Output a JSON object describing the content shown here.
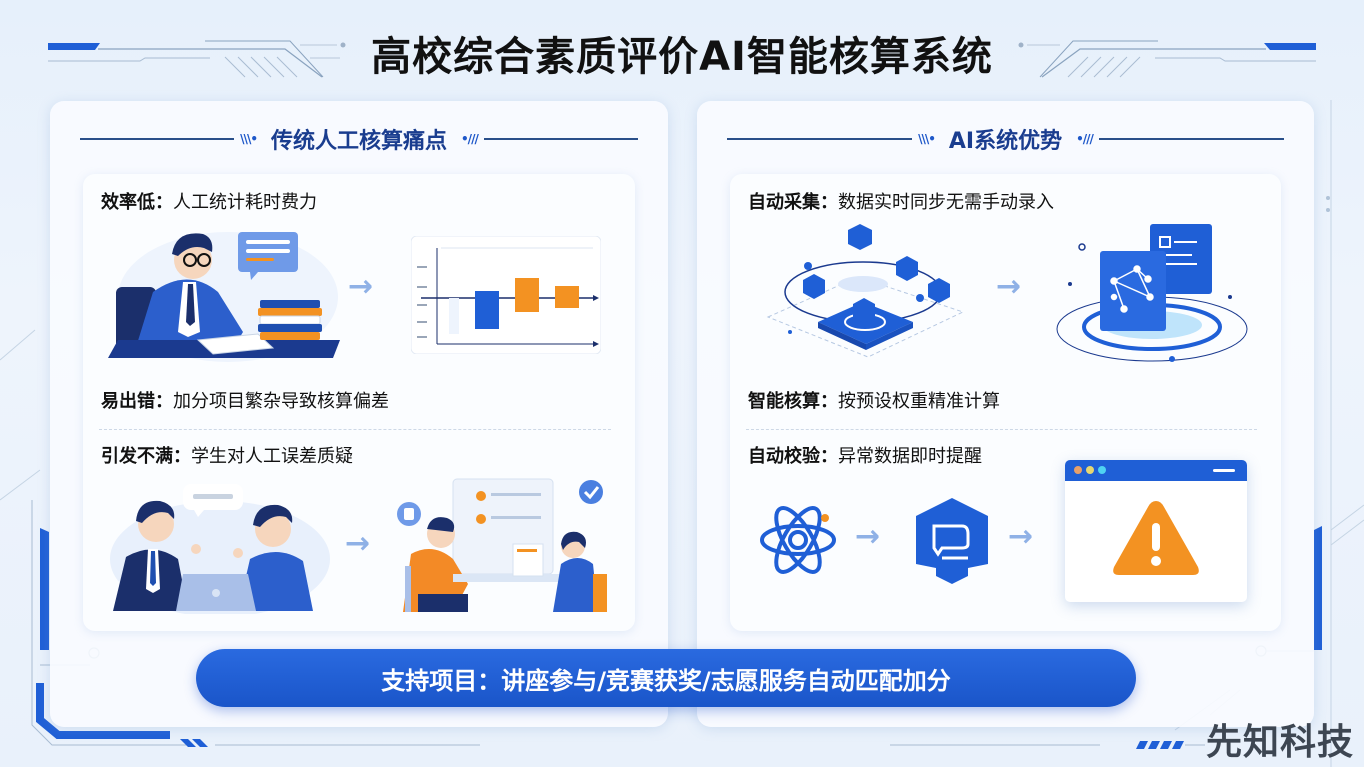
{
  "title": "高校综合素质评价AI智能核算系统",
  "left_panel": {
    "heading": "传统人工核算痛点",
    "heading_marks_left": "\\\\\\•",
    "heading_marks_right": "•///",
    "items": [
      {
        "key": "效率低：",
        "desc": "人工统计耗时费力"
      },
      {
        "key": "易出错：",
        "desc": "加分项目繁杂导致核算偏差"
      },
      {
        "key": "引发不满：",
        "desc": "学生对人工误差质疑"
      }
    ]
  },
  "right_panel": {
    "heading": "AI系统优势",
    "heading_marks_left": "\\\\\\•",
    "heading_marks_right": "•///",
    "items": [
      {
        "key": "自动采集：",
        "desc": "数据实时同步无需手动录入"
      },
      {
        "key": "智能核算：",
        "desc": "按预设权重精准计算"
      },
      {
        "key": "自动校验：",
        "desc": "异常数据即时提醒"
      }
    ]
  },
  "banner": "支持项目：讲座参与/竞赛获奖/志愿服务自动匹配加分",
  "watermark": "先知科技",
  "icons": {
    "arrow": "→"
  },
  "colors": {
    "primary_blue": "#1f5fd6",
    "dark_blue": "#1a3d8f",
    "navy": "#1b2f6b",
    "orange": "#f39222",
    "background": "#e9f1fb"
  }
}
